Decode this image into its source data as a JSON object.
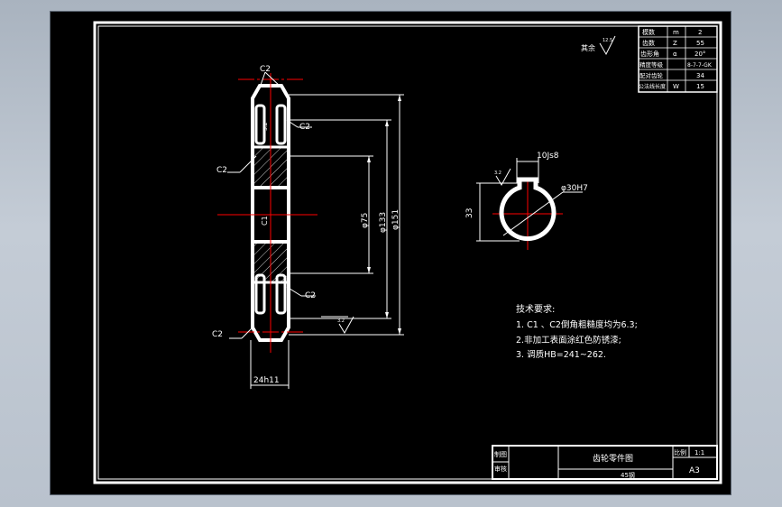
{
  "title_block": {
    "drawing_name": "齿轮零件图",
    "material": "45钢",
    "sheet_size": "A3",
    "scale": "1:1",
    "label_scale": "比例",
    "label_drawn": "制图",
    "label_checked": "审核"
  },
  "param_table": [
    {
      "label": "模数",
      "sym": "m",
      "value": "2"
    },
    {
      "label": "齿数",
      "sym": "Z",
      "value": "55"
    },
    {
      "label": "齿形角",
      "sym": "α",
      "value": "20°"
    },
    {
      "label": "精度等级",
      "sym": "",
      "value": "8-7-7-GK"
    },
    {
      "label": "配对齿轮",
      "sym": "",
      "value": "34"
    },
    {
      "label": "公法线长度",
      "sym": "W",
      "value": "15"
    }
  ],
  "roughness_note": "其余",
  "roughness_value": "12.5",
  "dimensions": {
    "c2_top": "C2",
    "c2_upper_right": "C2",
    "c2_left": "C2",
    "c2_lower_right": "C2",
    "c2_bottom_left": "C2",
    "c1": "C1",
    "hub_dia": "φ75",
    "root_dia": "φ133",
    "tip_dia": "φ151",
    "width": "24h11",
    "keyway_width": "10Js8",
    "keyway_depth": "33",
    "bore": "φ30H7",
    "web_rough": "3.2",
    "face_rough": "3.2",
    "keyway_rough": "3.2"
  },
  "tech_requirements": {
    "title": "技术要求:",
    "items": [
      "1. C1 、C2倒角粗糙度均为6.3;",
      "2.非加工表面涂红色防锈漆;",
      "3. 调质HB=241~262."
    ]
  },
  "colors": {
    "background": "#000000",
    "line": "#ffffff",
    "centerline": "#ff0000",
    "app_frame": "#b7c0cb"
  }
}
